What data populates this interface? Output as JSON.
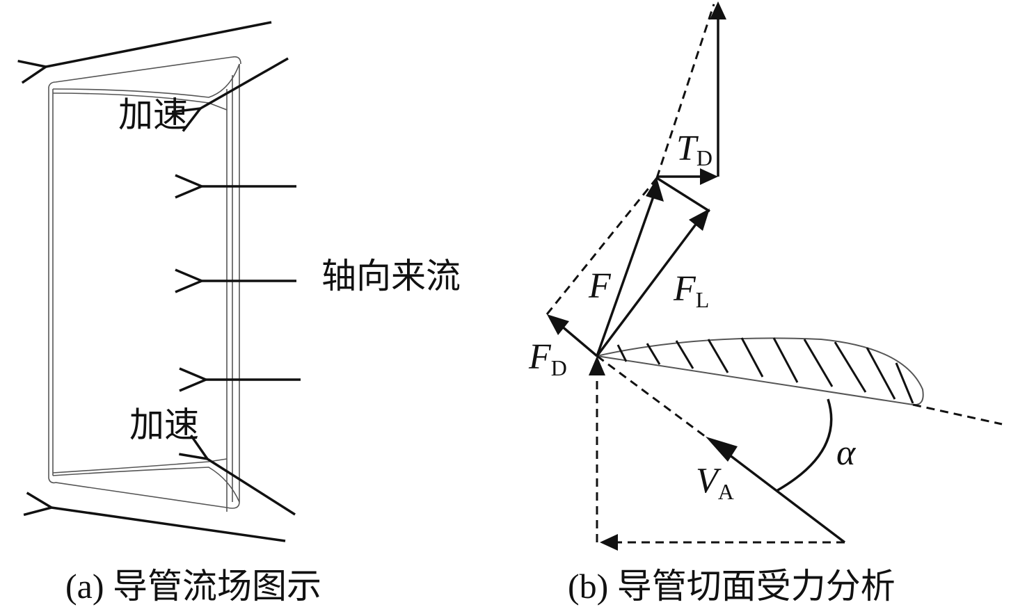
{
  "panel_a": {
    "caption": "(a) 导管流场图示",
    "label_accel_top": "加速",
    "label_accel_bottom": "加速",
    "label_axial_inflow": "轴向来流"
  },
  "panel_b": {
    "caption": "(b) 导管切面受力分析",
    "labels": {
      "thrust": {
        "main": "T",
        "sub": "D"
      },
      "resultant": {
        "main": "F",
        "sub": ""
      },
      "lift": {
        "main": "F",
        "sub": "L"
      },
      "drag": {
        "main": "F",
        "sub": "D"
      },
      "velocity": {
        "main": "V",
        "sub": "A"
      },
      "angle": {
        "main": "α",
        "sub": ""
      }
    }
  }
}
